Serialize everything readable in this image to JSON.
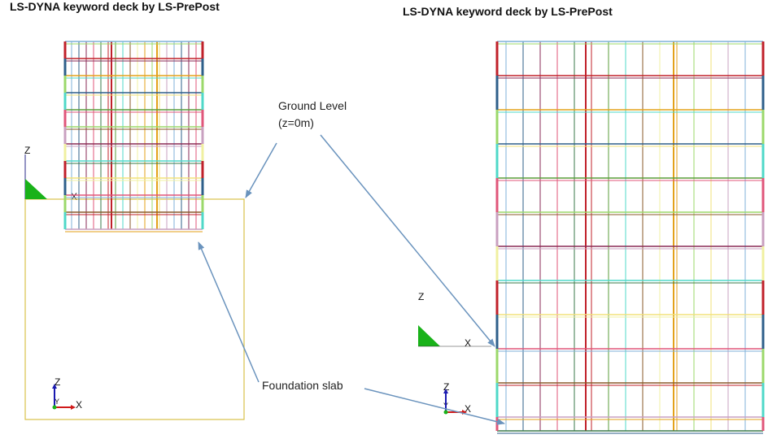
{
  "titles": {
    "left": "LS-DYNA keyword deck by LS-PrePost",
    "right": "LS-DYNA keyword deck by LS-PrePost"
  },
  "annotations": {
    "ground_level_line1": "Ground Level",
    "ground_level_line2": "(z=0m)",
    "foundation_slab": "Foundation slab"
  },
  "axes_labels": {
    "z": "Z",
    "x": "X",
    "y": "Y"
  },
  "colors": {
    "arrow": "#6a93bd",
    "ground_box": "#d9c24a",
    "triad_green": "#19b219",
    "frame_palette": [
      "#7fb2d9",
      "#c0202a",
      "#e3a21a",
      "#2e5f8a",
      "#5a9e3a",
      "#9bd86a",
      "#8a2a55",
      "#4fd8c8",
      "#f2e27a",
      "#e0567a",
      "#8a5a2a",
      "#c9a0c0",
      "#3a7a4a",
      "#f0f0a0"
    ]
  }
}
